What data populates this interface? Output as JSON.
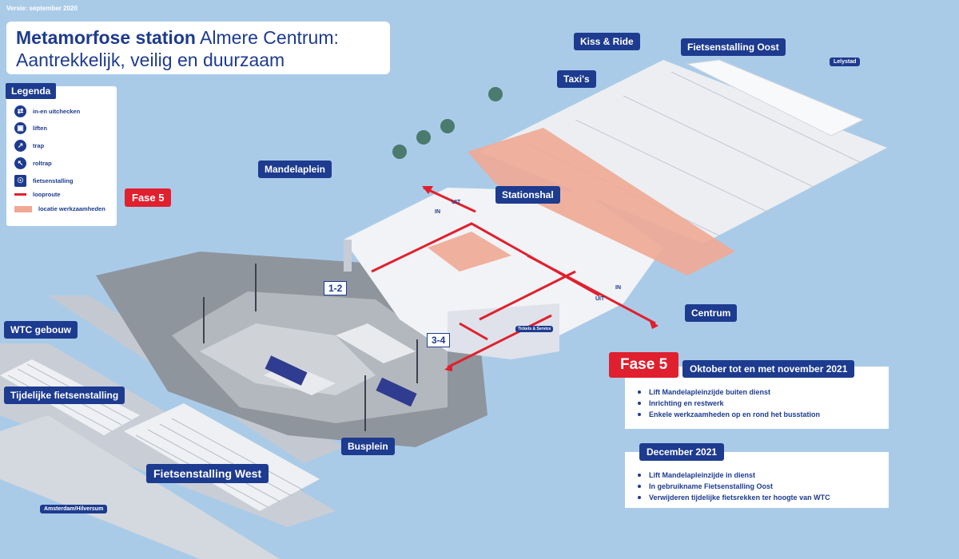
{
  "version": "Versie: september 2020",
  "title": {
    "bold": "Metamorfose station",
    "rest": " Almere Centrum:",
    "line2": "Aantrekkelijk, veilig en duurzaam"
  },
  "legend": {
    "heading": "Legenda",
    "items": [
      {
        "icon": "checkin-icon",
        "label": "in-en uitchecken"
      },
      {
        "icon": "lift-icon",
        "label": "liften"
      },
      {
        "icon": "stairs-icon",
        "label": "trap"
      },
      {
        "icon": "escalator-icon",
        "label": "roltrap"
      },
      {
        "icon": "bicycle-icon",
        "label": "fietsenstalling"
      },
      {
        "icon": "walking-route-line",
        "label": "looproute"
      },
      {
        "icon": "work-area-swatch",
        "label": "locatie werkzaamheden"
      }
    ]
  },
  "places": {
    "kiss_ride": "Kiss & Ride",
    "fiets_oost": "Fietsenstalling Oost",
    "lelystad": "Lelystad",
    "taxis": "Taxi's",
    "mandelaplein": "Mandelaplein",
    "stationshal": "Stationshal",
    "centrum": "Centrum",
    "wtc": "WTC gebouw",
    "tijdelijke": "Tijdelijke fietsenstalling",
    "fiets_west": "Fietsenstalling West",
    "busplein": "Busplein",
    "amsterdam": "Amsterdam/Hilversum",
    "fase5_map": "Fase 5"
  },
  "map_text": {
    "platform_12": "1-2",
    "platform_34": "3-4",
    "in": "IN",
    "uit": "UIT",
    "tickets": "Tickets & Service"
  },
  "phase": {
    "badge": "Fase 5",
    "period": "Oktober tot en met november 2021",
    "items": [
      "Lift Mandelapleinzijde buiten dienst",
      "Inrichting en restwerk",
      "Enkele werkzaamheden op en rond het busstation"
    ]
  },
  "december": {
    "heading": "December 2021",
    "items": [
      "Lift Mandelapleinzijde in dienst",
      "In gebruikname Fietsenstalling Oost",
      "Verwijderen tijdelijke fietsrekken ter hoogte van WTC"
    ]
  },
  "colors": {
    "background": "#aacbe8",
    "navy": "#1d3b8f",
    "red": "#e0202e",
    "work_area": "#f0a895"
  }
}
